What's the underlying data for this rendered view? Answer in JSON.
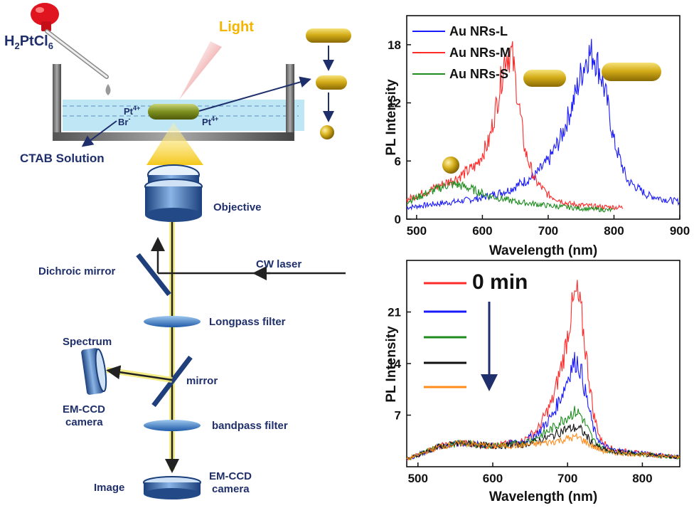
{
  "setup": {
    "precursor_label": "H2PtCl6",
    "light_label": "Light",
    "ion_pt_left": "Pt4+",
    "ion_pt_right": "Pt4+",
    "ion_br": "Br-",
    "solution_label": "CTAB Solution",
    "objective_label": "Objective",
    "dichroic_label": "Dichroic mirror",
    "laser_label": "CW laser",
    "longpass_label": "Longpass filter",
    "spectrum_label": "Spectrum",
    "mirror_label": "mirror",
    "emccd_left_label_1": "EM-CCD",
    "emccd_left_label_2": "camera",
    "bandpass_label": "bandpass filter",
    "image_label": "Image",
    "emccd_bottom_label_1": "EM-CCD",
    "emccd_bottom_label_2": "camera"
  },
  "colors": {
    "label_blue": "#1f2f6b",
    "water": "#bfe6f5",
    "gold": "#c9a20d",
    "laser_line": "#222222",
    "beam_yellow": "#f2e86a"
  },
  "chart_data": [
    {
      "type": "line",
      "xlabel": "Wavelength (nm)",
      "ylabel": "PL Intensity",
      "xlim": [
        485,
        900
      ],
      "ylim": [
        0,
        21
      ],
      "xticks": [
        500,
        600,
        700,
        800,
        900
      ],
      "yticks": [
        0,
        6,
        12,
        18
      ],
      "legend_position": "top-left",
      "series": [
        {
          "name": "Au NRs-L",
          "color": "#1a1aff",
          "x": [
            485,
            520,
            560,
            600,
            640,
            680,
            700,
            720,
            740,
            750,
            760,
            770,
            780,
            790,
            800,
            820,
            850,
            880,
            900
          ],
          "y": [
            1.2,
            1.5,
            1.8,
            2.2,
            3.0,
            4.5,
            6.0,
            8.5,
            12.5,
            15.0,
            17.0,
            17.0,
            15.0,
            12.0,
            8.0,
            4.0,
            2.5,
            2.0,
            1.8
          ]
        },
        {
          "name": "Au NRs-M",
          "color": "#ff2a2a",
          "x": [
            485,
            520,
            560,
            590,
            610,
            625,
            635,
            645,
            655,
            665,
            680,
            700,
            730,
            770,
            815
          ],
          "y": [
            2.0,
            3.0,
            4.2,
            5.5,
            8.0,
            13.0,
            17.0,
            17.0,
            12.0,
            7.0,
            4.0,
            2.5,
            1.6,
            1.3,
            1.2
          ]
        },
        {
          "name": "Au NRs-S",
          "color": "#1e8c1e",
          "x": [
            485,
            520,
            545,
            560,
            580,
            610,
            650,
            700,
            750,
            800
          ],
          "y": [
            1.8,
            2.8,
            3.5,
            3.6,
            3.2,
            2.4,
            1.8,
            1.4,
            1.1,
            0.9
          ]
        }
      ]
    },
    {
      "type": "line",
      "xlabel": "Wavelength (nm)",
      "ylabel": "PL Intensity",
      "xlim": [
        485,
        850
      ],
      "ylim": [
        0,
        28
      ],
      "xticks": [
        500,
        600,
        700,
        800
      ],
      "yticks": [
        7,
        14,
        21
      ],
      "legend_position": "top-left",
      "annotation": "0 min",
      "x": [
        485,
        530,
        560,
        600,
        640,
        660,
        680,
        695,
        705,
        712,
        718,
        725,
        735,
        745,
        760,
        790,
        820,
        850
      ],
      "series": [
        {
          "color": "#ff2a2a",
          "values": [
            1.0,
            2.8,
            3.2,
            2.8,
            3.5,
            5.0,
            9.0,
            15.0,
            21.0,
            23.5,
            21.0,
            15.0,
            7.0,
            3.5,
            2.4,
            1.9,
            1.6,
            1.3
          ]
        },
        {
          "color": "#1a1aff",
          "values": [
            1.0,
            2.8,
            3.2,
            2.8,
            3.4,
            4.5,
            7.0,
            10.5,
            13.5,
            14.5,
            13.0,
            9.5,
            5.0,
            3.0,
            2.3,
            1.9,
            1.6,
            1.3
          ]
        },
        {
          "color": "#1e8c1e",
          "values": [
            1.0,
            2.8,
            3.2,
            2.8,
            3.2,
            4.0,
            5.2,
            6.5,
            7.2,
            7.5,
            7.0,
            5.5,
            3.5,
            2.6,
            2.1,
            1.8,
            1.5,
            1.3
          ]
        },
        {
          "color": "#111111",
          "values": [
            1.0,
            2.8,
            3.2,
            2.8,
            3.0,
            3.5,
            4.2,
            5.0,
            5.2,
            5.3,
            5.0,
            4.2,
            3.0,
            2.4,
            2.0,
            1.8,
            1.5,
            1.3
          ]
        },
        {
          "color": "#ff8c1a",
          "values": [
            1.0,
            2.8,
            3.2,
            2.8,
            2.9,
            3.1,
            3.4,
            3.7,
            3.9,
            4.0,
            3.8,
            3.3,
            2.7,
            2.2,
            1.9,
            1.7,
            1.5,
            1.3
          ]
        }
      ]
    }
  ]
}
